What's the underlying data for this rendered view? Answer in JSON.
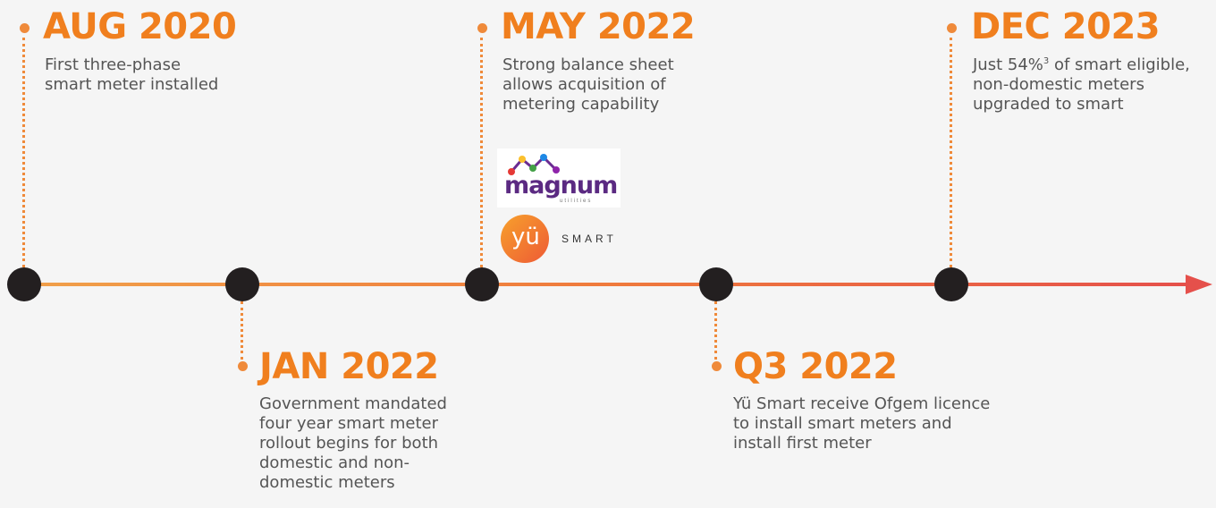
{
  "milestones": [
    {
      "date": "AUG 2020",
      "lines": [
        "First three-phase",
        "smart meter installed"
      ]
    },
    {
      "date": "JAN 2022",
      "lines": [
        "Government mandated",
        "four year smart meter",
        "rollout begins for both",
        "domestic and non-",
        "domestic meters"
      ]
    },
    {
      "date": "MAY 2022",
      "lines": [
        "Strong balance sheet",
        "allows acquisition of",
        "metering capability"
      ]
    },
    {
      "date": "Q3 2022",
      "lines": [
        "Yü Smart receive Ofgem licence",
        "to install smart meters and",
        "install first meter"
      ]
    },
    {
      "date": "DEC 2023",
      "lines_pre": "Just 54%",
      "superscript": "3",
      "lines_post": " of smart eligible,",
      "lines": [
        "non-domestic meters",
        "upgraded to smart"
      ]
    }
  ],
  "logos": {
    "magnum": {
      "word": "magnum",
      "sub": "utilities"
    },
    "yu": {
      "word": "yü",
      "tag": "SMART"
    }
  },
  "colors": {
    "accent": "#f07f1e",
    "node": "#231f20",
    "line_end": "#e5504b"
  }
}
